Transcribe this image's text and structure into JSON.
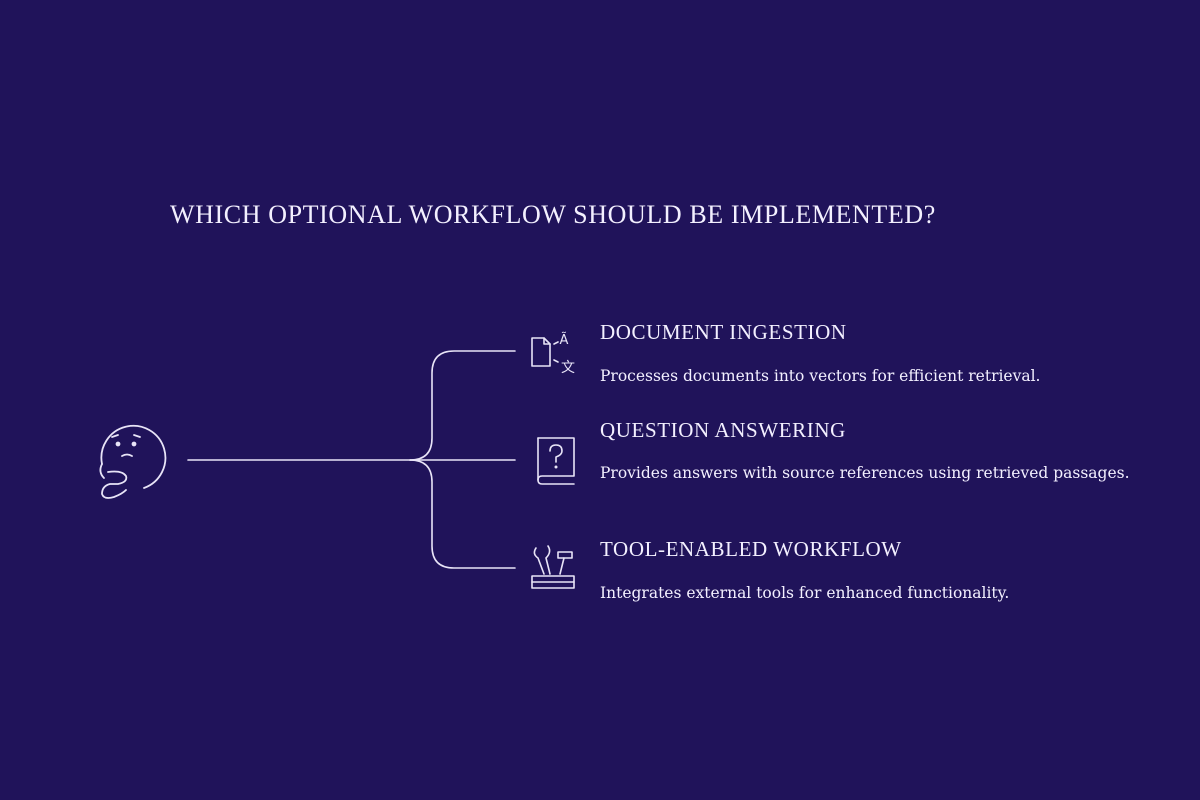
{
  "title": "WHICH OPTIONAL WORKFLOW SHOULD BE IMPLEMENTED?",
  "colors": {
    "background": "#20135a",
    "line": "#e8e4f7",
    "text": "#f3f0ff"
  },
  "center_icon": "thinking-face-icon",
  "options": [
    {
      "icon": "document-translate-icon",
      "title": "DOCUMENT INGESTION",
      "description": "Processes documents into vectors for efficient retrieval."
    },
    {
      "icon": "question-book-icon",
      "title": "QUESTION ANSWERING",
      "description": "Provides answers with source references using retrieved passages."
    },
    {
      "icon": "toolbox-icon",
      "title": "TOOL-ENABLED WORKFLOW",
      "description": "Integrates external tools for enhanced functionality."
    }
  ]
}
